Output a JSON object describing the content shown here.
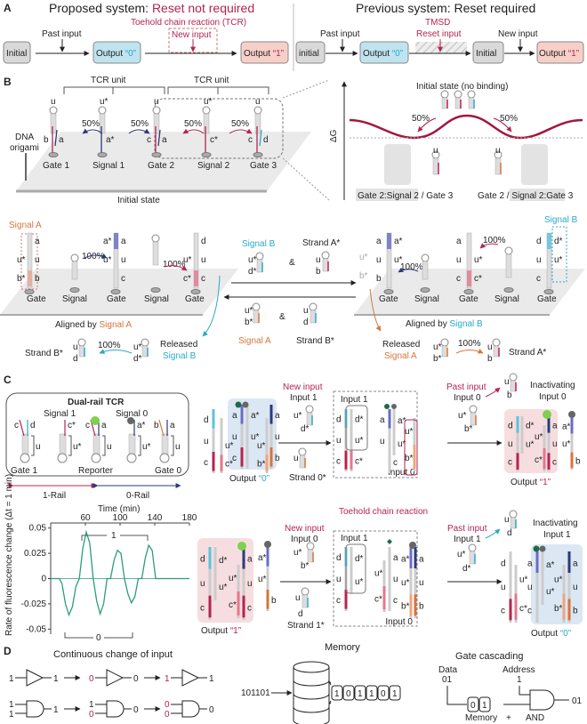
{
  "panels": {
    "A": {
      "label": "A",
      "proposed": {
        "title_prefix": "Proposed system: ",
        "title_emphasis": "Reset not required",
        "tcr_label": "Toehold chain reaction (TCR)",
        "new_input": "New input",
        "past_input": "Past input",
        "boxes": [
          "Initial",
          "Output ",
          "Output "
        ],
        "output0_value": "“0”",
        "output1_value": "“1”"
      },
      "previous": {
        "title": "Previous system: Reset required",
        "tmsd_label": "TMSD",
        "reset_input": "Reset input",
        "past_input": "Past input",
        "new_input": "New input",
        "boxes": [
          "initial",
          "Output ",
          "Initial",
          "Output "
        ],
        "output0_value": "“0”",
        "output1_value": "“1”"
      },
      "colors": {
        "initial": "#d9d9d9",
        "output0": "#bfe3ef",
        "output1": "#f6d0c8",
        "accent": "#b5244f",
        "cyan": "#29a9c9"
      }
    },
    "B": {
      "label": "B",
      "tcr_unit": "TCR unit",
      "dna_origami": [
        "DNA",
        "origami"
      ],
      "initial_state": "Initial state",
      "percent_50": "50%",
      "percent_100": "100%",
      "components": [
        "Gate 1",
        "Signal 1",
        "Gate 2",
        "Signal 2",
        "Gate 3"
      ],
      "domains_top": [
        "u",
        "u*",
        "u",
        "u*",
        "u"
      ],
      "domains_pairs": [
        [
          "b",
          "a"
        ],
        [
          "a*"
        ],
        [
          "c",
          "a"
        ],
        [
          "c*"
        ],
        [
          "c",
          "d"
        ]
      ],
      "energy": {
        "axis": "ΔG",
        "initial": "Initial state (no binding)",
        "left_state": "Gate 2:Signal 2 / Gate 3",
        "right_state": "Gate 2 / Signal 2:Gate 3"
      },
      "aligned_a": {
        "signal_label": "Signal A",
        "caption_prefix": "Aligned by ",
        "caption_signal": "Signal A",
        "components": [
          "Gate",
          "Signal",
          "Gate",
          "Signal",
          "Gate"
        ],
        "released_label": "Released",
        "released_signal": "Signal B",
        "strand": "Strand B*"
      },
      "aligned_b": {
        "signal_label": "Signal B",
        "caption_prefix": "Aligned by ",
        "caption_signal": "Signal B",
        "components": [
          "Gate",
          "Signal",
          "Gate",
          "Signal",
          "Gate"
        ],
        "released_label": "Released",
        "released_signal": "Signal A",
        "strand": "Strand A*"
      },
      "middle": {
        "signal_b": "Signal B",
        "strand_a": "Strand A*",
        "signal_a": "Signal A",
        "strand_b": "Strand B*",
        "and": "&"
      }
    },
    "C": {
      "label": "C",
      "dual_rail": {
        "title": "Dual-rail TCR",
        "signal1": "Signal 1",
        "signal0": "Signal 0",
        "gates": [
          "Gate 1",
          "Reporter",
          "Gate 0"
        ],
        "rail1": "1-Rail",
        "rail0": "0-Rail"
      },
      "row1": {
        "new_input": "New input",
        "input_name": "Input 1",
        "box_label": "Input 1",
        "box_input0": "Input 0",
        "past_input": "Past input",
        "past_input_name": "Input 0",
        "inactivating": [
          "Inactivating",
          "Input 0"
        ],
        "output_left": "Output ",
        "output_left_value": "“0”",
        "strand": "Strand 0*",
        "output_right": "Output ",
        "output_right_value": "“1”"
      },
      "row2": {
        "title": "Toehold chain reaction",
        "new_input": "New input",
        "input_name": "Input 0",
        "box_label": "Input 1",
        "box_input0": "Input 0",
        "past_input": "Past input",
        "past_input_name": "Input 1",
        "inactivating": [
          "Inactivating",
          "Input 1"
        ],
        "output_left": "Output ",
        "output_left_value": "“1”",
        "strand": "Strand 1*",
        "output_right": "Output ",
        "output_right_value": "“0”"
      }
    },
    "D": {
      "label": "D",
      "continuous": {
        "title": "Continuous change of input",
        "buffer_seq": [
          [
            "1",
            "1"
          ],
          [
            "0",
            "0"
          ],
          [
            "1",
            "1"
          ]
        ],
        "and_seq": [
          [
            "1",
            "1",
            "1"
          ],
          [
            "1",
            "0",
            "0"
          ],
          [
            "0",
            "0",
            "0"
          ]
        ]
      },
      "memory": {
        "title": "Memory",
        "input": "101101",
        "bits": [
          "1",
          "0",
          "1",
          "1",
          "0",
          "1"
        ]
      },
      "cascade": {
        "title": "Gate cascading",
        "data_label": "Data",
        "data_value": "01",
        "address_label": "Address",
        "address_value": "1",
        "bits": [
          "0",
          "1"
        ],
        "output": "01",
        "memory": "Memory",
        "plus": "+",
        "and": "AND"
      }
    }
  },
  "chart_data": {
    "type": "line",
    "title": "",
    "xlabel": "Time (min)",
    "ylabel": "Rate of fluorescence change (Δt = 1 min)",
    "x_ticks": [
      60,
      100,
      140,
      180
    ],
    "y_ticks": [
      0.05,
      0.025,
      0,
      -0.025,
      -0.05
    ],
    "y_tick_labels": [
      "0.05",
      "0.025",
      "0",
      "-0.025",
      "-0.05"
    ],
    "xlim": [
      20,
      180
    ],
    "ylim": [
      -0.055,
      0.055
    ],
    "axis_position": "top",
    "bracket_top": "1",
    "bracket_bottom": "0",
    "series": [
      {
        "name": "rate",
        "color": "#2c9c7e",
        "x": [
          20,
          30,
          33,
          37,
          41,
          45,
          49,
          53,
          57,
          61,
          65,
          69,
          73,
          77,
          81,
          85,
          89,
          93,
          97,
          101,
          105,
          109,
          113,
          117,
          121,
          125,
          129,
          133,
          137,
          141,
          145,
          149,
          152,
          180
        ],
        "y": [
          0,
          0,
          -0.005,
          -0.025,
          -0.036,
          -0.028,
          -0.008,
          0.0,
          0.03,
          0.046,
          0.035,
          0.0,
          -0.022,
          -0.035,
          -0.025,
          0.0,
          0.0,
          0.018,
          0.028,
          0.025,
          0.0,
          -0.015,
          -0.024,
          -0.018,
          0.0,
          0.0,
          0.02,
          0.033,
          0.028,
          0.0,
          0.0,
          0.0,
          0.0,
          0.0
        ]
      }
    ],
    "grid": false,
    "legend": "none"
  }
}
